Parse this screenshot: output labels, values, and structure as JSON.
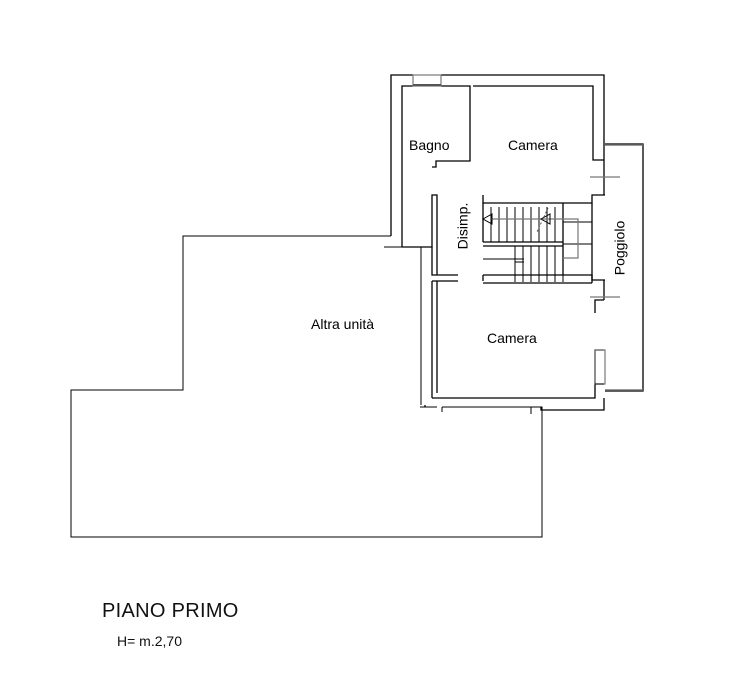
{
  "plan": {
    "title": "PIANO PRIMO",
    "height_note": "H= m.2,70",
    "rooms": [
      {
        "id": "bagno",
        "label": "Bagno"
      },
      {
        "id": "camera-top",
        "label": "Camera"
      },
      {
        "id": "disimp",
        "label": "Disimp."
      },
      {
        "id": "poggiolo",
        "label": "Poggiolo"
      },
      {
        "id": "camera-bottom",
        "label": "Camera"
      },
      {
        "id": "altra-unita",
        "label": "Altra unità"
      }
    ],
    "colors": {
      "wall": "#000000",
      "window": "#777777",
      "background": "#ffffff"
    }
  }
}
